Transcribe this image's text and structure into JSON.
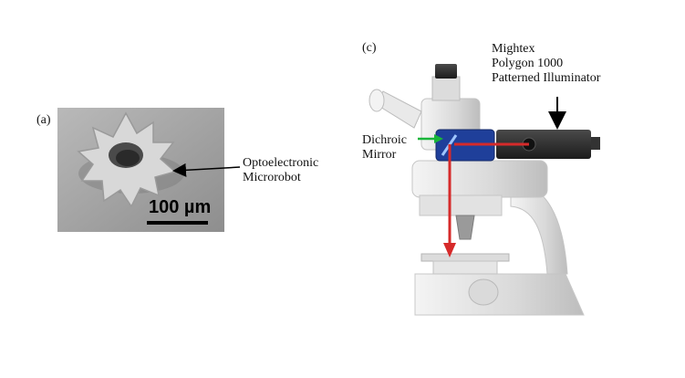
{
  "panel_a": {
    "letter": "(a)",
    "scale_bar": "100 µm",
    "callout": [
      "Optoelectronic",
      "Microrobot"
    ]
  },
  "panel_c": {
    "letter": "(c)",
    "illuminator": [
      "Mightex",
      "Polygon 1000",
      "Patterned Illuminator"
    ],
    "dichroic": [
      "Dichroic",
      "Mirror"
    ]
  },
  "colors": {
    "light_path": "#d62a2a",
    "green_arrow": "#19b53a",
    "cube_blue": "#1f3f9a",
    "illuminator_body": "#2b2b2b"
  }
}
